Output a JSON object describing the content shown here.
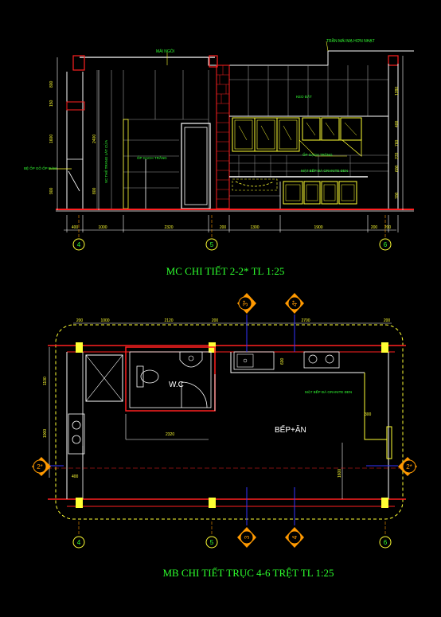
{
  "section": {
    "title": "MC CHI TIẾT 2-2* TL 1:25",
    "labels": {
      "mai_ngoi": "MÁI NGÓI",
      "tran_mai": "TRẦN MÁI MẠ HƠN NHẠT",
      "keo_dat": "KEO ĐẤT",
      "bo_op_go": "BỆ ỐP GỖ ỐP ĐÁM",
      "vc_the": "VC THẺ TRANG LÁT CỬA",
      "op_gach_1": "ỐP GẠCH TRẮNG",
      "op_gach_2": "ỐP GẠCH TRẮNG",
      "mat_bep_section": "MẶT BẾP ĐÁ GRANITE ĐEN"
    },
    "dims_vertical_left": [
      "800",
      "150",
      "1600",
      "900",
      "2400",
      "800"
    ],
    "dims_vertical_right": [
      "1280",
      "400",
      "760",
      "270",
      "600",
      "700"
    ],
    "dims_bottom": [
      "400",
      "1000",
      "2320",
      "200",
      "1300",
      "1900",
      "200",
      "200"
    ],
    "axes": [
      "4",
      "5",
      "6"
    ]
  },
  "plan": {
    "title": "MB CHI TIẾT TRỤC 4-6 TRỆT  TL 1:25",
    "rooms": {
      "wc": "W.C",
      "kitchen": "BẾP+ĂN"
    },
    "labels": {
      "mat_bep_plan": "MẶT BẾP ĐÁ GRANITE ĐEN"
    },
    "dims_top": [
      "200",
      "1000",
      "2120",
      "200",
      "2700",
      "200"
    ],
    "dims_left": [
      "1100",
      "1000",
      "400"
    ],
    "dims_misc": [
      "2320",
      "600",
      "300",
      "1600"
    ],
    "section_marks": {
      "left": "2*",
      "right": "2*"
    },
    "grid_top": [
      "3*",
      "4*"
    ],
    "grid_bottom": [
      "3",
      "4"
    ],
    "axes": [
      "4",
      "5",
      "6"
    ]
  },
  "colors": {
    "background": "#000000",
    "title": "#2dff2d",
    "white": "#ffffff",
    "yellow": "#ffff33",
    "red": "#ff2020",
    "green": "#33ff33",
    "orange": "#ff9900",
    "blue": "#3333ff",
    "cyan": "#33ffff",
    "gray": "#9a9a9a",
    "olive": "#b7b74a"
  }
}
